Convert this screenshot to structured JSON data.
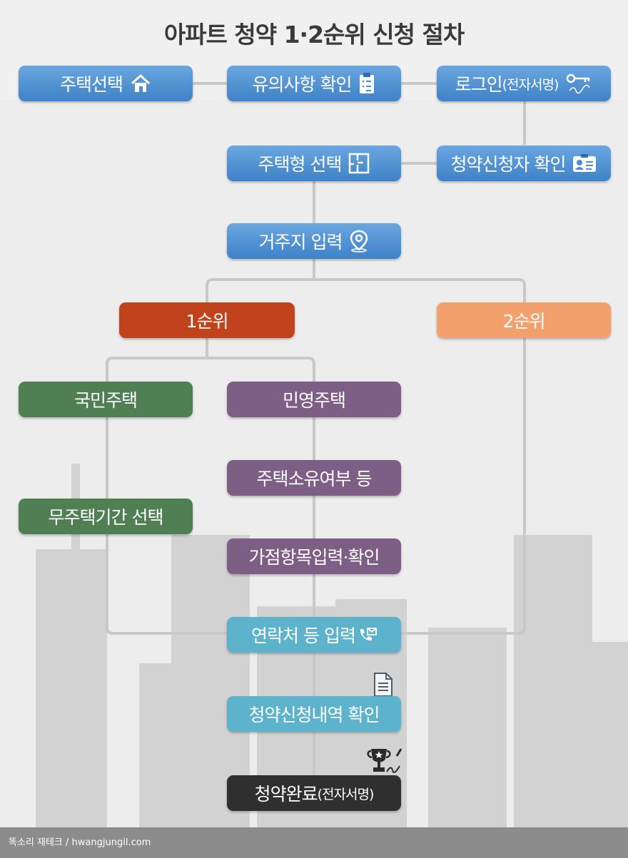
{
  "title": "아파트 청약 1·2순위 신청 절차",
  "nodes": {
    "house_select": "주택선택",
    "notice_check": "유의사항 확인",
    "login": "로그인",
    "login_sub": "(전자서명)",
    "housing_type": "주택형 선택",
    "applicant_check": "청약신청자 확인",
    "residence": "거주지 입력",
    "rank1": "1순위",
    "rank2": "2순위",
    "public_housing": "국민주택",
    "private_housing": "민영주택",
    "ownership": "주택소유여부 등",
    "homeless_period": "무주택기간 선택",
    "score_items": "가점항목입력·확인",
    "contact": "연락처 등 입력",
    "history": "청약신청내역 확인",
    "complete": "청약완료",
    "complete_sub": "(전자서명)"
  },
  "footer": "똑소리 재테크 / hwangjungil.com",
  "colors": {
    "step": "#4a8fd4",
    "rank1": "#c0431b",
    "rank2": "#f2a06c",
    "public": "#4f7f52",
    "private": "#7d5f86",
    "final_steps": "#5db2cc",
    "complete": "#2f2f2f",
    "connector": "#c8c8c8"
  },
  "icons": {
    "house_select": "house-icon",
    "notice_check": "clipboard-icon",
    "login": "key-signature-icon",
    "housing_type": "floorplan-icon",
    "applicant_check": "id-card-icon",
    "residence": "location-pin-icon",
    "contact": "phone-mail-icon",
    "history": "document-icon",
    "complete": "trophy-icon"
  }
}
